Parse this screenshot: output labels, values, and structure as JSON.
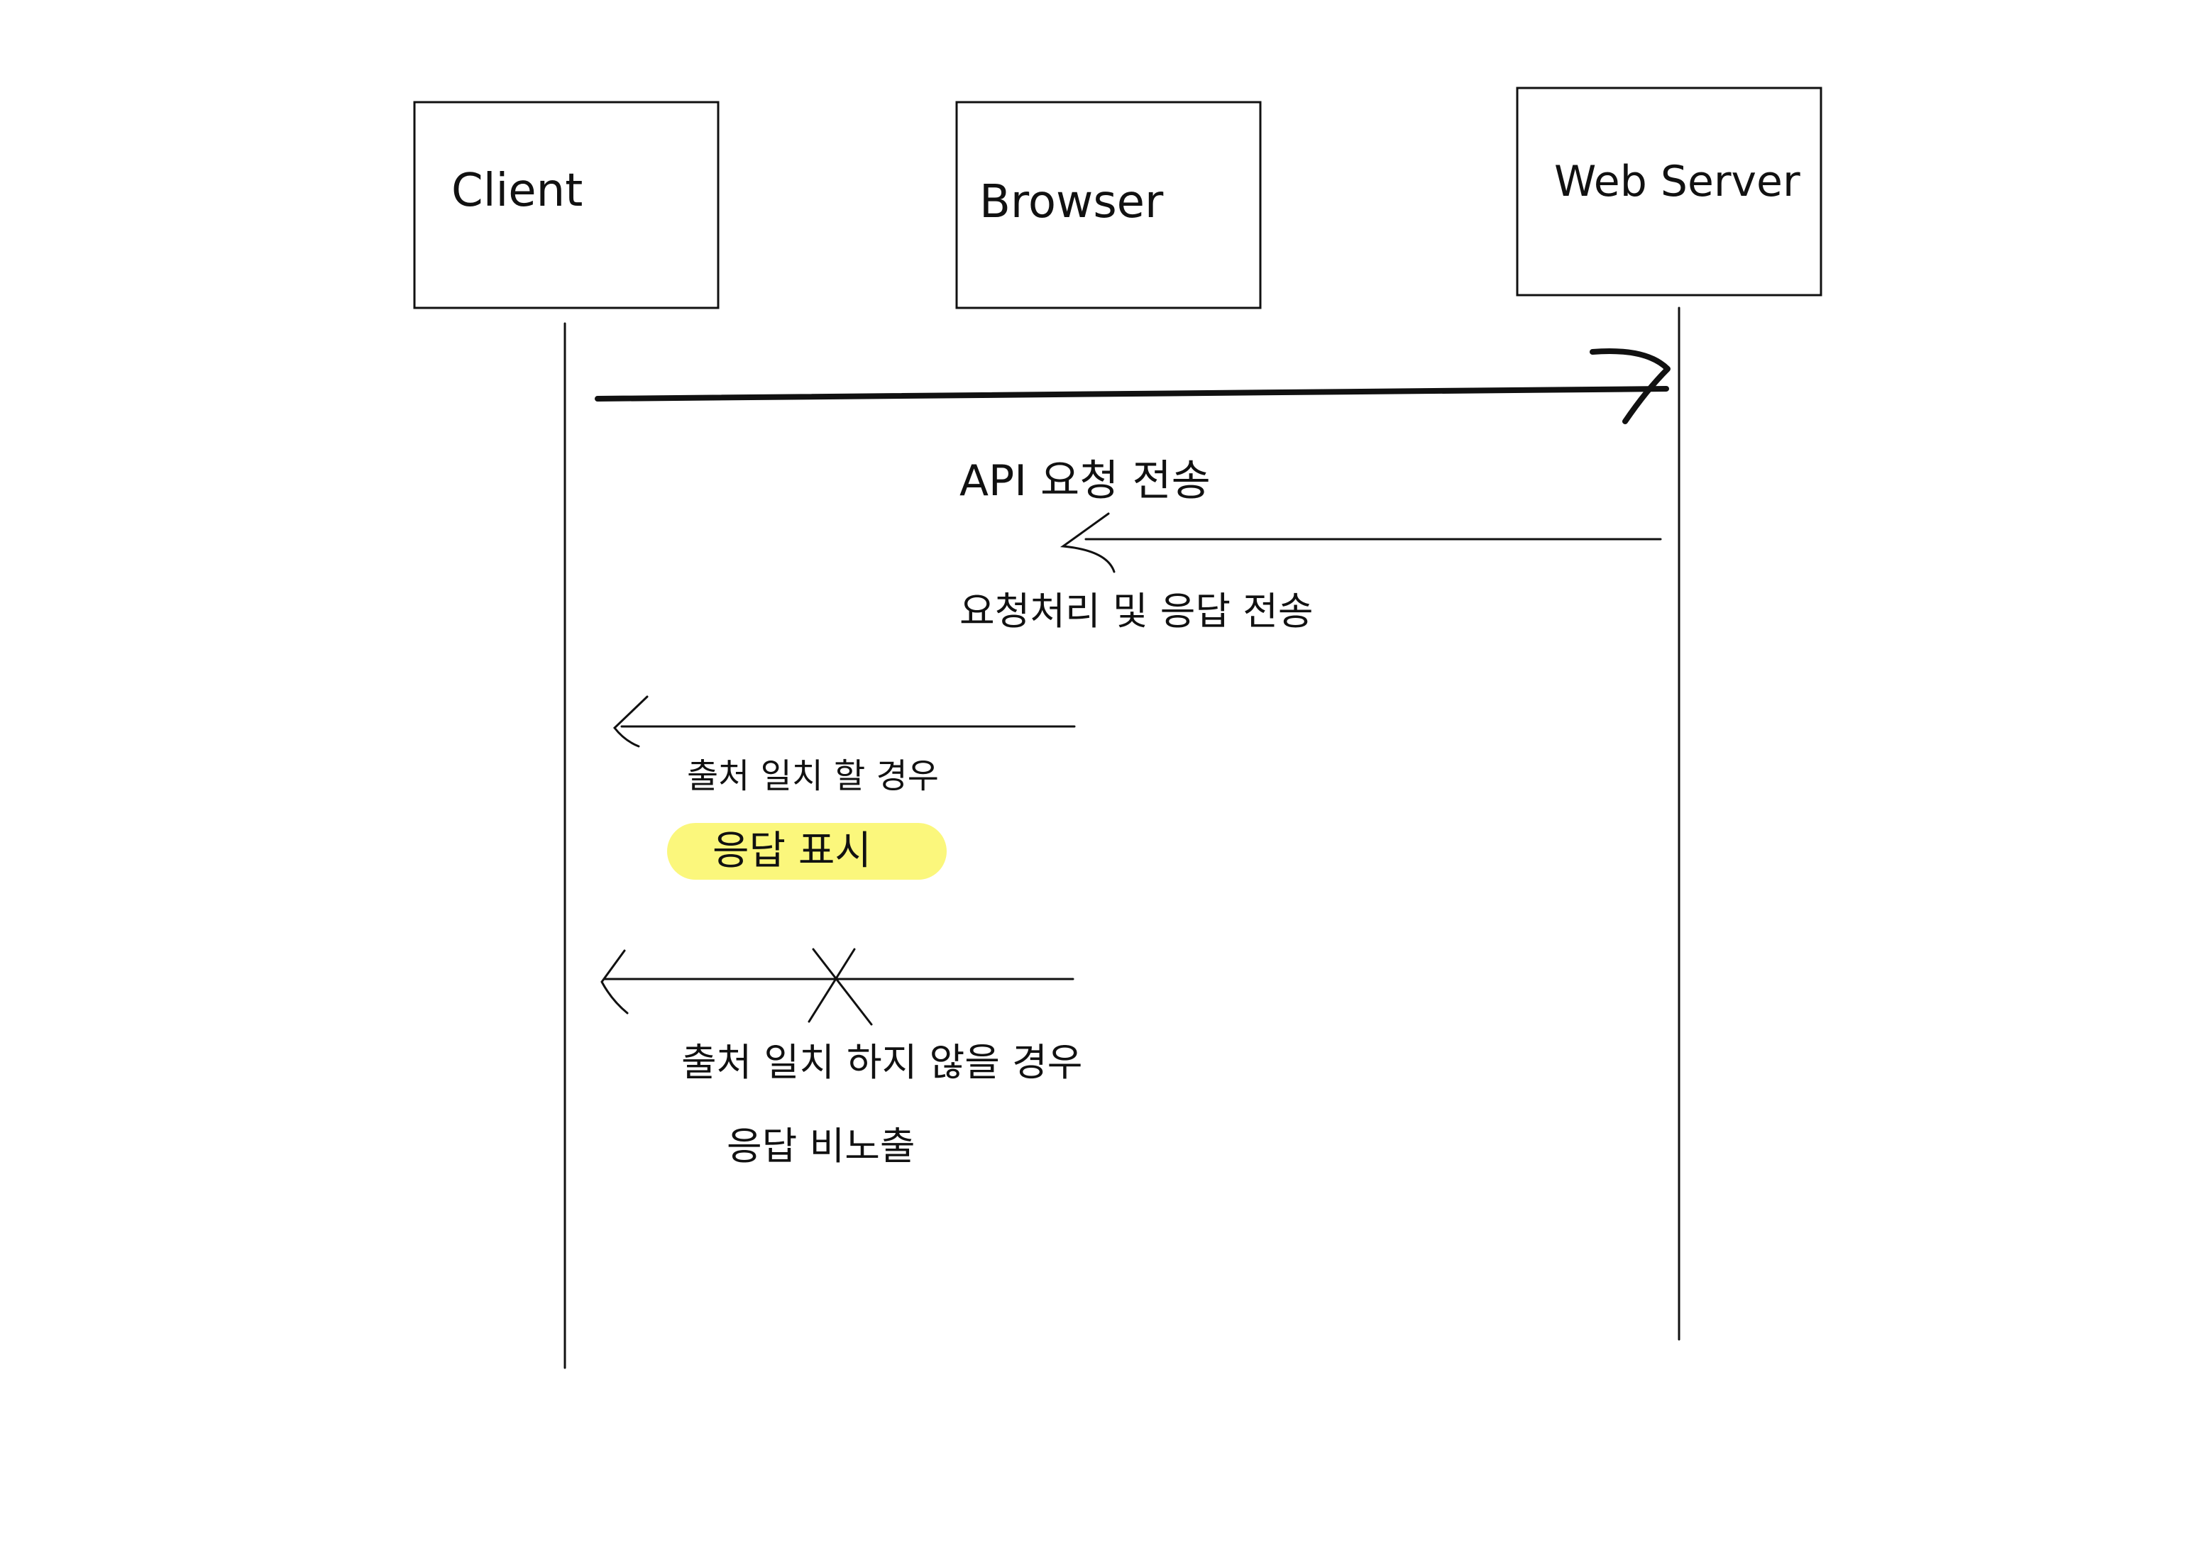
{
  "participants": {
    "client": "Client",
    "browser": "Browser",
    "server": "Web Server"
  },
  "messages": {
    "api_request": "API 요청 전송",
    "server_response": "요청처리 및 응답 전송",
    "origin_match": "출처 일치 할 경우",
    "show_response": "응답 표시",
    "origin_mismatch": "출처 일치 하지 않을 경우",
    "hide_response": "응답 비노출"
  },
  "colors": {
    "highlight": "#fbf77c",
    "ink": "#111111"
  }
}
